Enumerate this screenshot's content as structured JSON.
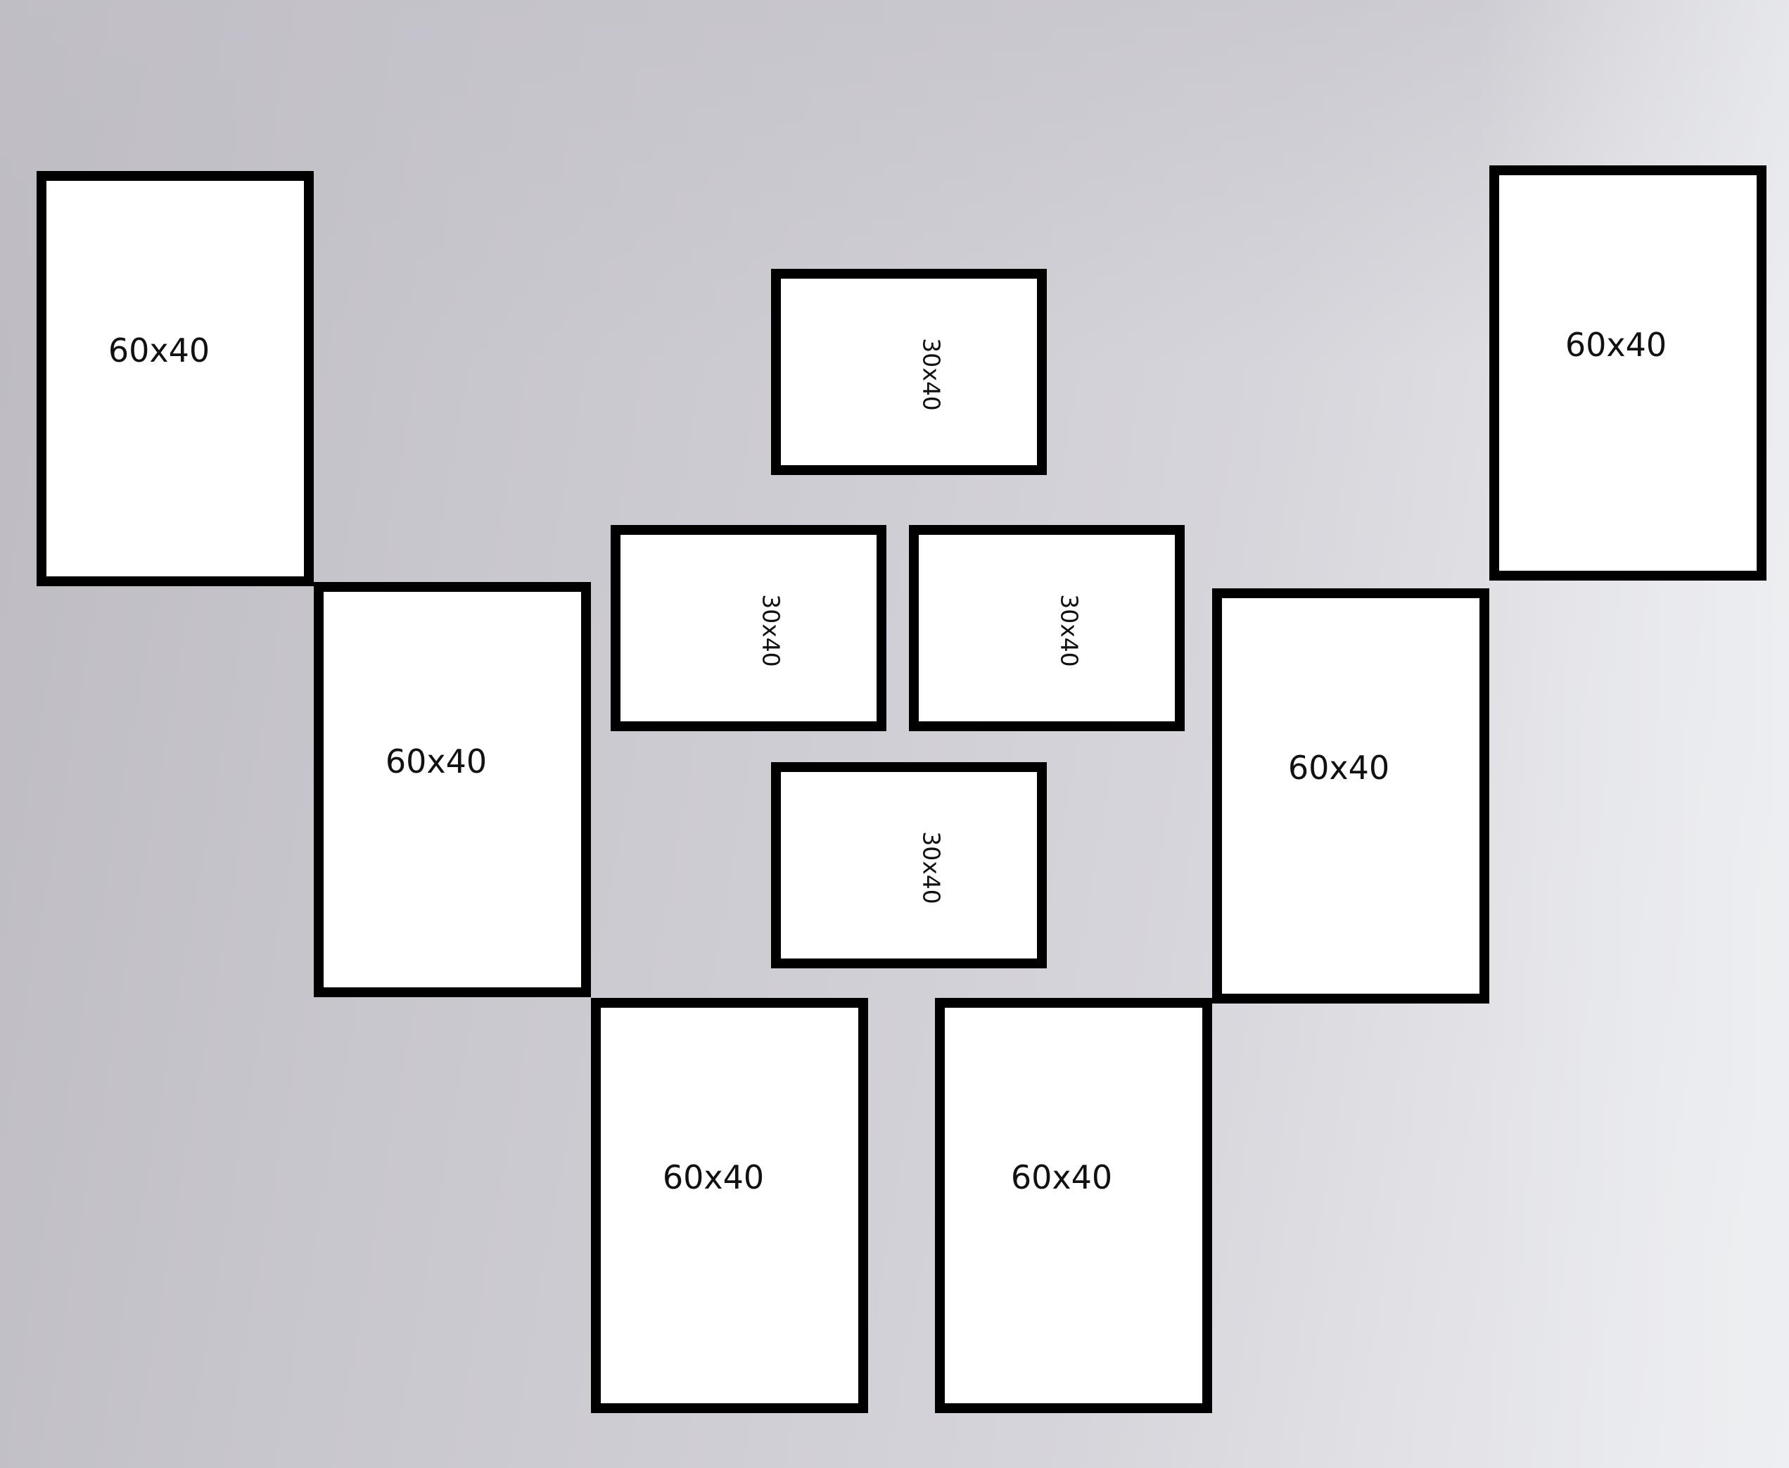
{
  "frames": [
    {
      "id": "portrait-1",
      "label": "60x40"
    },
    {
      "id": "portrait-2",
      "label": "60x40"
    },
    {
      "id": "portrait-3",
      "label": "60x40"
    },
    {
      "id": "portrait-4",
      "label": "60x40"
    },
    {
      "id": "portrait-5",
      "label": "60x40"
    },
    {
      "id": "portrait-6",
      "label": "60x40"
    },
    {
      "id": "landscape-1",
      "label": "30x40"
    },
    {
      "id": "landscape-2",
      "label": "30x40"
    },
    {
      "id": "landscape-3",
      "label": "30x40"
    },
    {
      "id": "landscape-4",
      "label": "30x40"
    }
  ],
  "colors": {
    "frame_border": "#000000",
    "frame_fill": "#ffffff",
    "wall": "#cfcdd4"
  }
}
